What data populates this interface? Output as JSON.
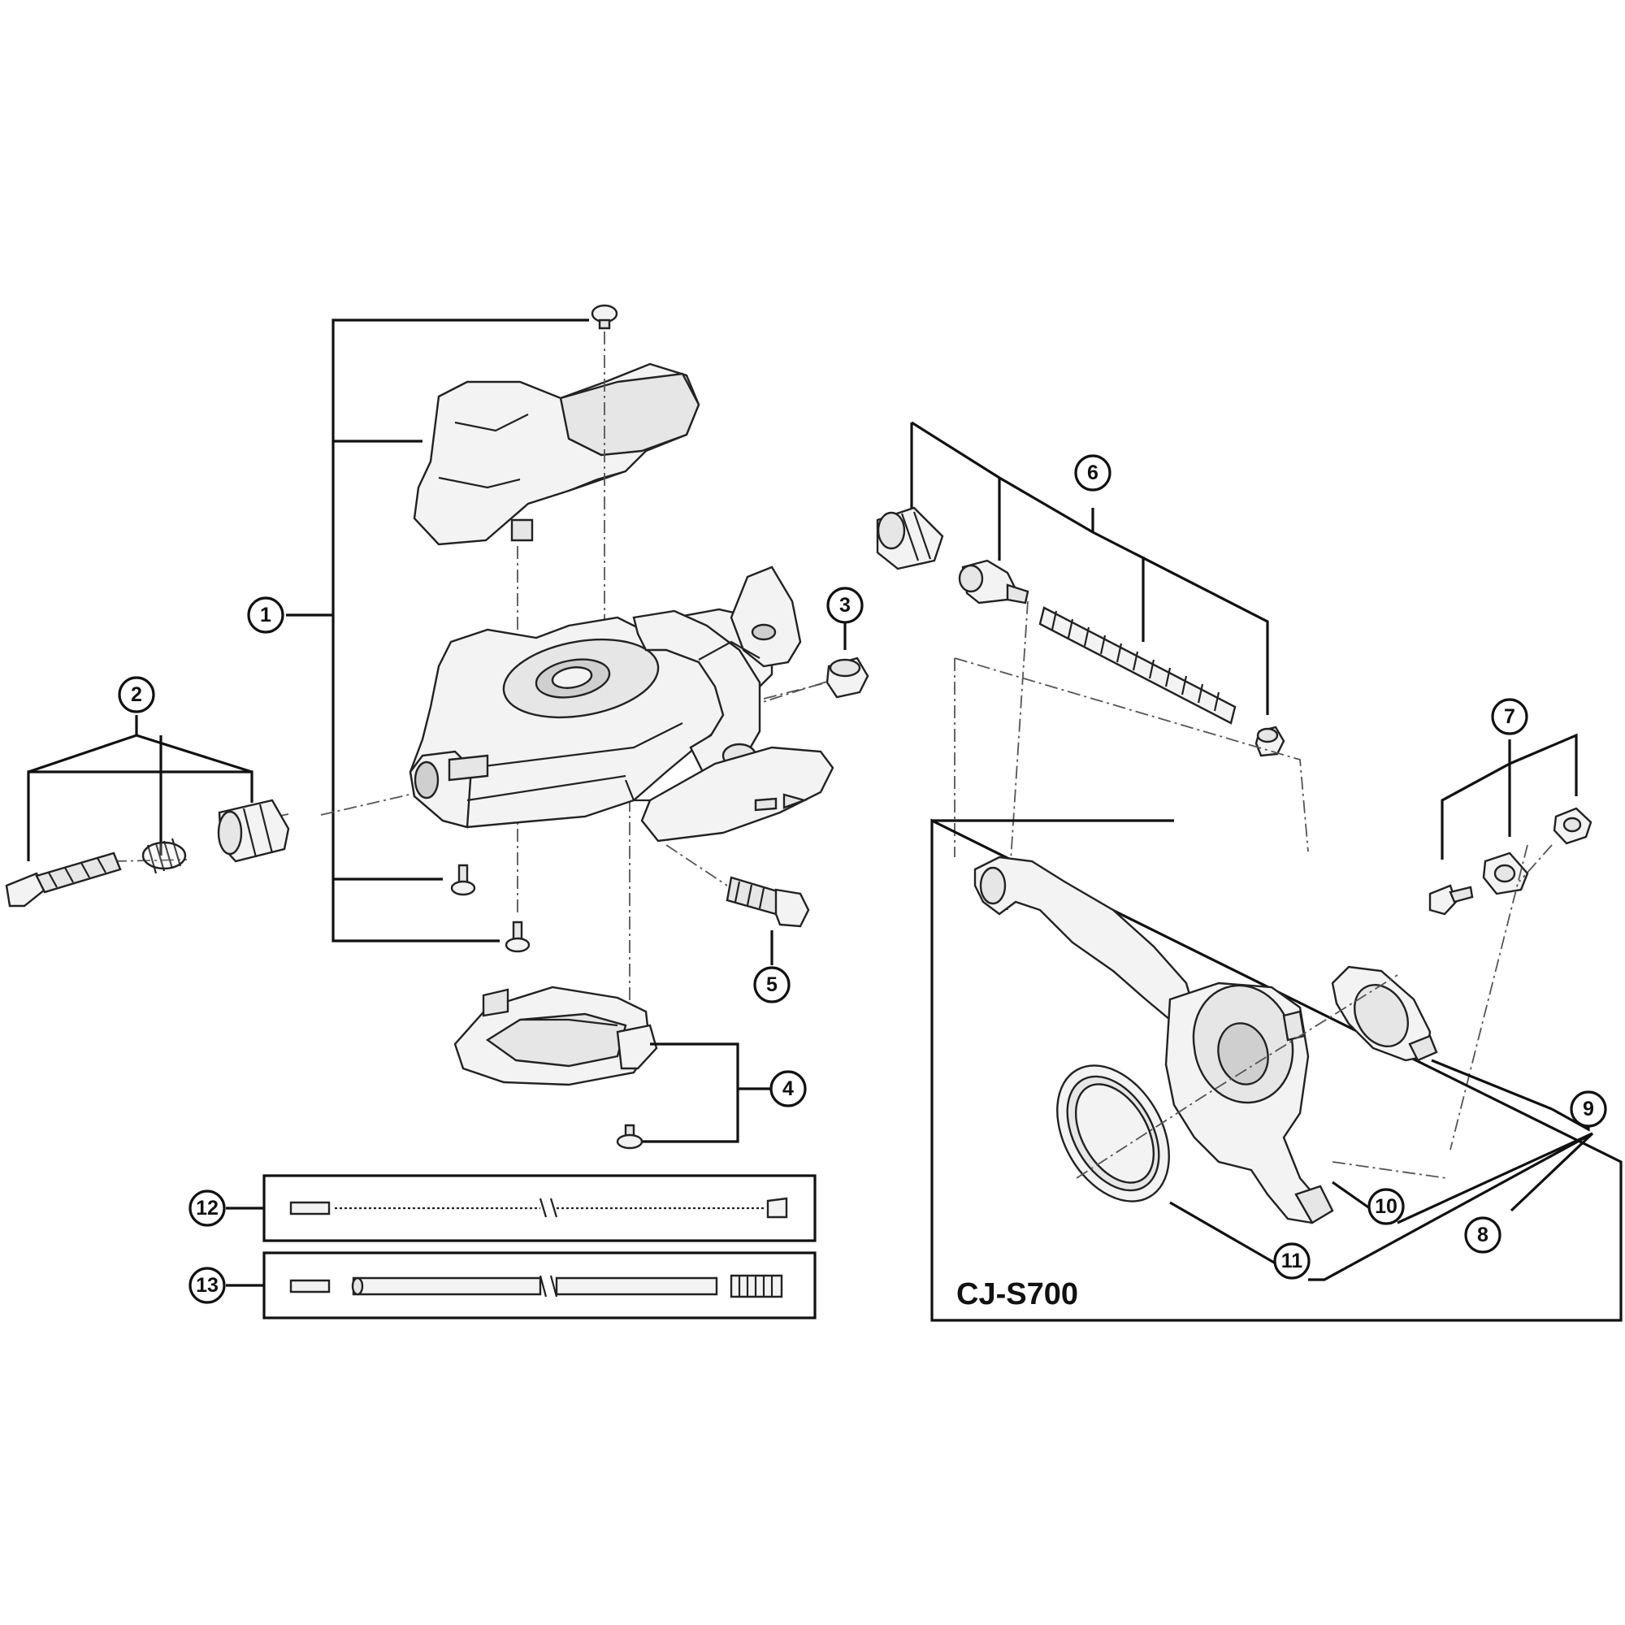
{
  "diagram": {
    "callouts": [
      {
        "id": "c1",
        "label": "1"
      },
      {
        "id": "c2",
        "label": "2"
      },
      {
        "id": "c3",
        "label": "3"
      },
      {
        "id": "c4",
        "label": "4"
      },
      {
        "id": "c5",
        "label": "5"
      },
      {
        "id": "c6",
        "label": "6"
      },
      {
        "id": "c7",
        "label": "7"
      },
      {
        "id": "c8",
        "label": "8"
      },
      {
        "id": "c9",
        "label": "9"
      },
      {
        "id": "c10",
        "label": "10"
      },
      {
        "id": "c11",
        "label": "11"
      },
      {
        "id": "c12",
        "label": "12"
      },
      {
        "id": "c13",
        "label": "13"
      }
    ],
    "model_label": "CJ-S700"
  }
}
